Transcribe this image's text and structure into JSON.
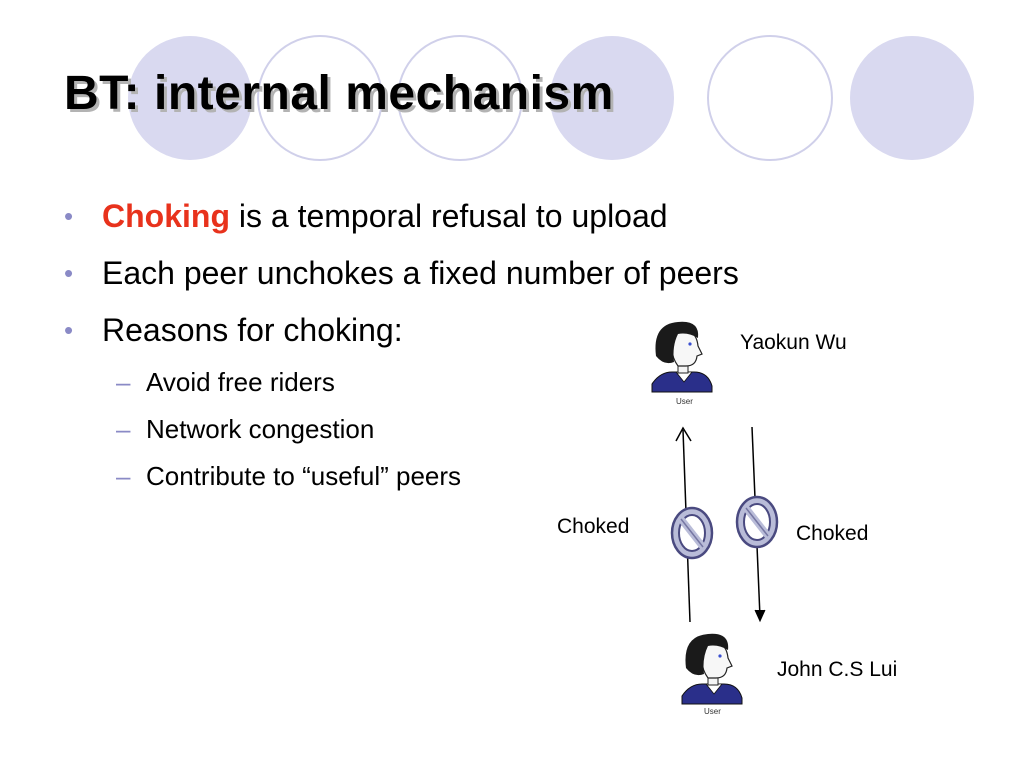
{
  "slide": {
    "title": "BT: internal mechanism",
    "bullets": [
      {
        "highlight": "Choking",
        "text": " is a temporal refusal to upload"
      },
      {
        "text": "Each peer unchokes a fixed number of peers"
      },
      {
        "text": "Reasons for choking:"
      }
    ],
    "sub_bullets": [
      "Avoid free riders",
      "Network congestion",
      "Contribute to “useful” peers"
    ],
    "bullet_marker": "•",
    "sub_marker": "–"
  },
  "diagram": {
    "top_user_name": "Yaokun Wu",
    "bottom_user_name": "John C.S Lui",
    "user_icon_caption": "User",
    "left_link_label": "Choked",
    "right_link_label": "Choked"
  },
  "colors": {
    "decor_circle_fill": "#d9d9f0",
    "decor_circle_stroke": "#d0d0ea",
    "bullet_marker": "#8a8ac6",
    "highlight": "#e8321c",
    "choke_fill": "#b9bcd8",
    "choke_stroke": "#4a4a80"
  }
}
